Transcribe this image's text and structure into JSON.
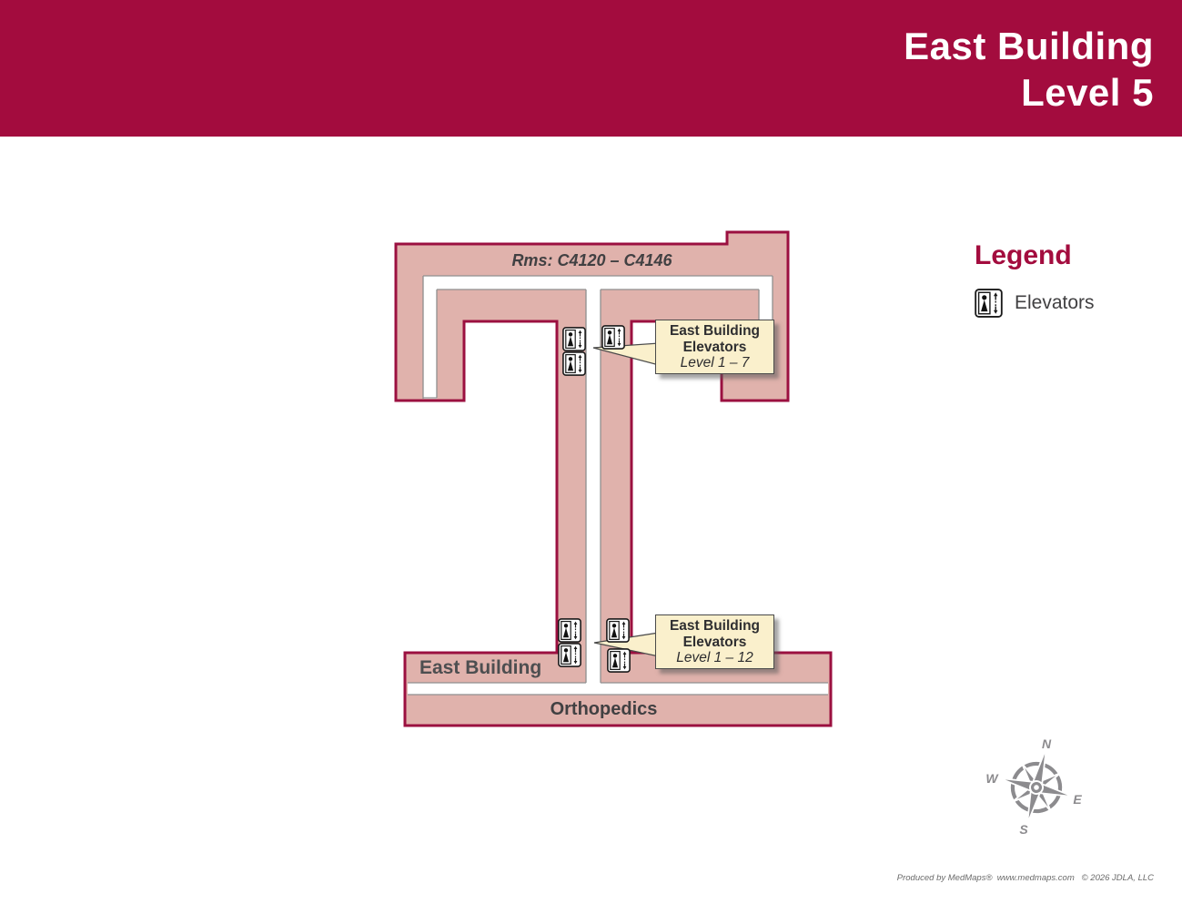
{
  "header": {
    "title_line1": "East Building",
    "title_line2": "Level 5"
  },
  "map": {
    "rooms_label": "Rms: C4120 – C4146",
    "building_label": "East Building",
    "department_label": "Orthopedics",
    "callouts": [
      {
        "line1": "East Building",
        "line2": "Elevators",
        "line3": "Level 1 – 7"
      },
      {
        "line1": "East Building",
        "line2": "Elevators",
        "line3": "Level 1 – 12"
      }
    ]
  },
  "legend": {
    "title": "Legend",
    "items": [
      {
        "icon": "elevator-icon",
        "label": "Elevators"
      }
    ]
  },
  "compass": {
    "north": "N",
    "south": "S",
    "east": "E",
    "west": "W"
  },
  "footer": {
    "credits": "Produced by MedMaps®  www.medmaps.com   © 2026 JDLA, LLC"
  },
  "colors": {
    "banner": "#A30C3E",
    "building_fill": "#E0B2AC",
    "building_outline": "#9B1040",
    "corridor_border": "#8F8F8F",
    "callout_bg": "#FAF0CC",
    "label_text": "#414042",
    "compass_gray": "#8C8B8E"
  }
}
